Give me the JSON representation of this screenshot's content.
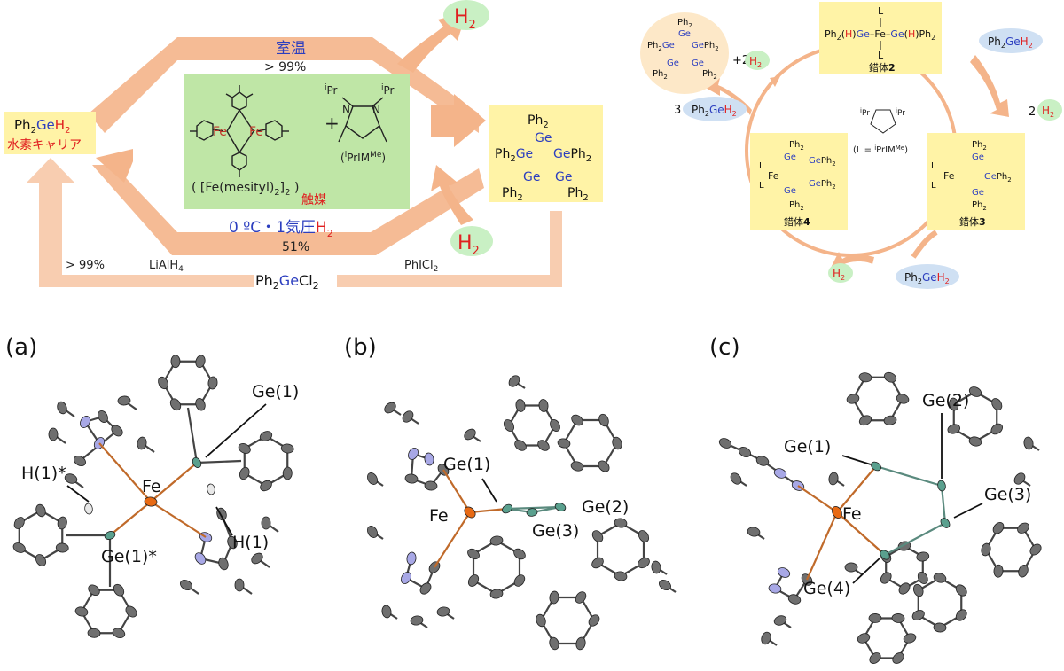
{
  "colors": {
    "arrow_orange": "#f4b48a",
    "arrow_light": "#f8cdb0",
    "catalyst_green": "#bfe6a6",
    "highlight_yellow": "#fff3a6",
    "h2_green": "#c9f0c4",
    "blue_bubble": "#cfe0f3",
    "fe_red": "#c0392b",
    "ge_blue": "#2c3ebf",
    "h_red": "#e02020",
    "fe_atom": "#e86a14",
    "ge_atom": "#5aa08e",
    "n_atom": "#a8a8e6",
    "c_atom": "#6f6f6f"
  },
  "top_left": {
    "h2_top": {
      "h": "H",
      "sub": "2"
    },
    "h2_right": {
      "h": "H",
      "sub": "2"
    },
    "arrow_top_label": "室温",
    "arrow_top_yield": "> 99%",
    "arrow_bottom_label_blue": "0 ºC・1気圧",
    "arrow_bottom_label_h": "H",
    "arrow_bottom_label_sub": "2",
    "arrow_bottom_yield": "51%",
    "left_box": {
      "ph": "Ph",
      "sub2": "2",
      "ge": "Ge",
      "h": "H",
      "sub3": "2",
      "carrier": "水素キャリア"
    },
    "catalyst": {
      "name_open": "( [Fe(mesityl)",
      "name_sub1": "2",
      "name_mid": "]",
      "name_sub2": "2",
      "name_close": " )",
      "label": "触媒",
      "plus": "+",
      "ligand_abbrev": "PrIM",
      "ligand_i": "i",
      "ligand_me": "Me",
      "ligand_pr": "Pr",
      "fe": "Fe"
    },
    "right_box": {
      "ph2": "Ph",
      "sub": "2",
      "ge": "Ge"
    },
    "bottom_route": {
      "left_yield": "> 99%",
      "left_reagent": "LiAlH",
      "left_reagent_sub": "4",
      "center_ph": "Ph",
      "center_sub": "2",
      "center_ge": "Ge",
      "center_cl": "Cl",
      "center_sub2": "2",
      "right_reagent": "PhICl",
      "right_reagent_sub": "2"
    }
  },
  "top_right": {
    "complex2_label": "錯体",
    "complex2_num": "2",
    "complex3_num": "3",
    "complex4_num": "4",
    "complex2_formula": {
      "ph": "Ph",
      "sub": "2",
      "h": "H",
      "ge": "Ge",
      "fe": "Fe",
      "l": "L"
    },
    "plus_two_h2": "+2",
    "two_h2": "2",
    "three_ph2geh2": "3",
    "ligand_def_open": "(L = ",
    "ligand_def_i": "i",
    "ligand_def_pr": "PrIM",
    "ligand_def_me": "Me",
    "ligand_def_close": ")",
    "ph2geh2": {
      "ph": "Ph",
      "sub": "2",
      "ge": "Ge",
      "h": "H",
      "sub2": "2"
    },
    "h2": {
      "h": "H",
      "sub": "2"
    }
  },
  "panels": [
    {
      "id": "a",
      "label": "(a)",
      "annotations": [
        "Ge(1)",
        "H(1)*",
        "Fe",
        "H(1)",
        "Ge(1)*"
      ]
    },
    {
      "id": "b",
      "label": "(b)",
      "annotations": [
        "Ge(1)",
        "Fe",
        "Ge(2)",
        "Ge(3)"
      ]
    },
    {
      "id": "c",
      "label": "(c)",
      "annotations": [
        "Ge(2)",
        "Ge(1)",
        "Ge(3)",
        "Fe",
        "Ge(4)"
      ]
    }
  ]
}
